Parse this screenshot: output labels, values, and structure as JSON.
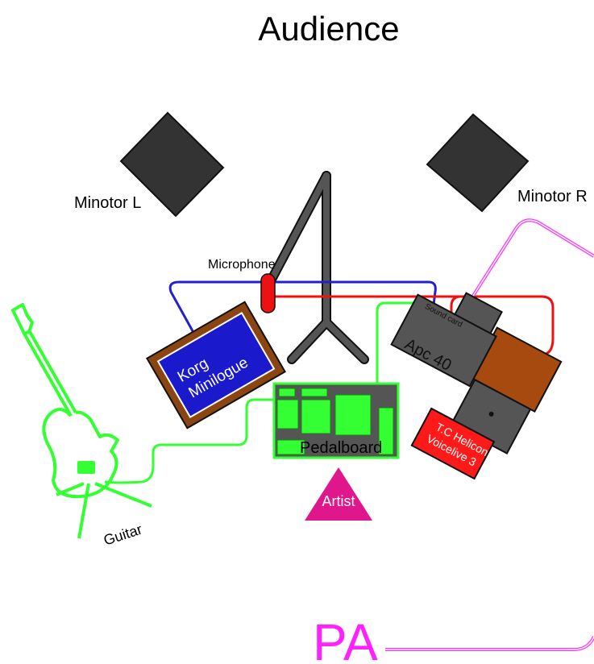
{
  "title": "Audience",
  "labels": {
    "monitor_left": "Minotor L",
    "monitor_right": "Minotor R",
    "microphone": "Microphone",
    "keyboard_line1": "Korg",
    "keyboard_line2": "Minilogue",
    "apc": "Apc 40",
    "soundcard": "Sound card",
    "voicelive_line1": "T.C Helicon",
    "voicelive_line2": "Voicelive 3",
    "pedalboard": "Pedalboard",
    "artist": "Artist",
    "guitar": "Guitar",
    "pa": "PA"
  },
  "colors": {
    "monitor": "#333333",
    "stand": "#444444",
    "keyboard_frame": "#8b4513",
    "keyboard_panel": "#1a1acc",
    "apc": "#555555",
    "apc_side": "#a64a10",
    "voicelive": "#ff1a1a",
    "guitar_line": "#33ff33",
    "pedalboard_bg": "#555555",
    "artist": "#e0168c",
    "cable_blue": "#2222cc",
    "cable_red": "#ee1111",
    "cable_green": "#33ff33",
    "cable_magenta": "#ff33ff",
    "pa_text": "#ff22ff"
  }
}
